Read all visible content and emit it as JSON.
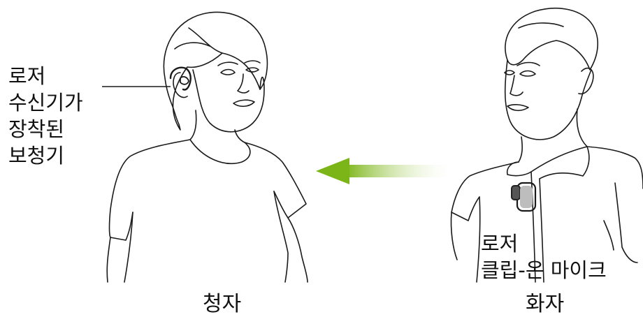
{
  "colors": {
    "line": "#1a1a1a",
    "arrow_tip": "#7cb518",
    "arrow_fade": "#f2f8e4"
  },
  "labels": {
    "receiver_device": [
      "로저",
      "수신기가",
      "장착된",
      "보청기"
    ],
    "microphone": [
      "로저",
      "클립-온 마이크"
    ]
  },
  "captions": {
    "listener": "청자",
    "speaker": "화자"
  }
}
